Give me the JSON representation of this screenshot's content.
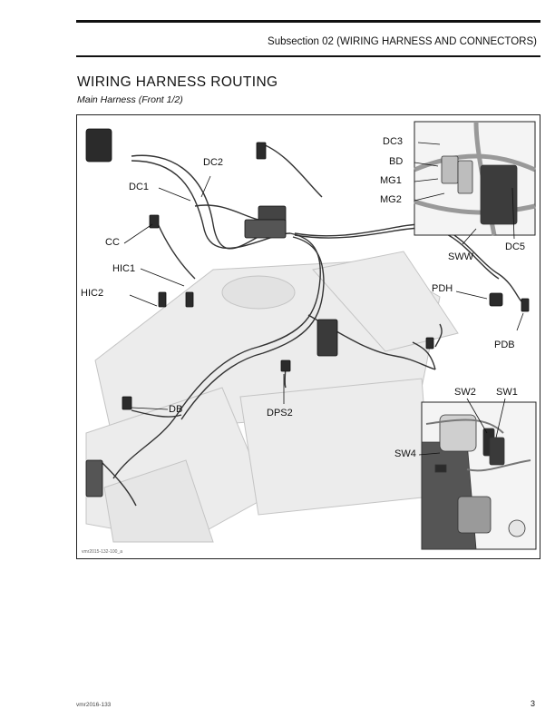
{
  "header": {
    "subsection": "Subsection 02   (WIRING HARNESS AND CONNECTORS)"
  },
  "title": "WIRING HARNESS ROUTING",
  "subtitle": "Main Harness (Front 1/2)",
  "figure": {
    "reference": "vmr2015-132-100_a",
    "callouts": {
      "dc3": "DC3",
      "bd": "BD",
      "mg1": "MG1",
      "mg2": "MG2",
      "dc2": "DC2",
      "dc1": "DC1",
      "cc": "CC",
      "hic1": "HIC1",
      "hic2": "HIC2",
      "sww": "SWW",
      "dc5": "DC5",
      "pdh": "PDH",
      "pdb": "PDB",
      "db": "DB",
      "dps2": "DPS2",
      "sw2": "SW2",
      "sw1": "SW1",
      "sw4": "SW4"
    }
  },
  "footer": {
    "code": "vmr2016-133",
    "page": "3"
  }
}
